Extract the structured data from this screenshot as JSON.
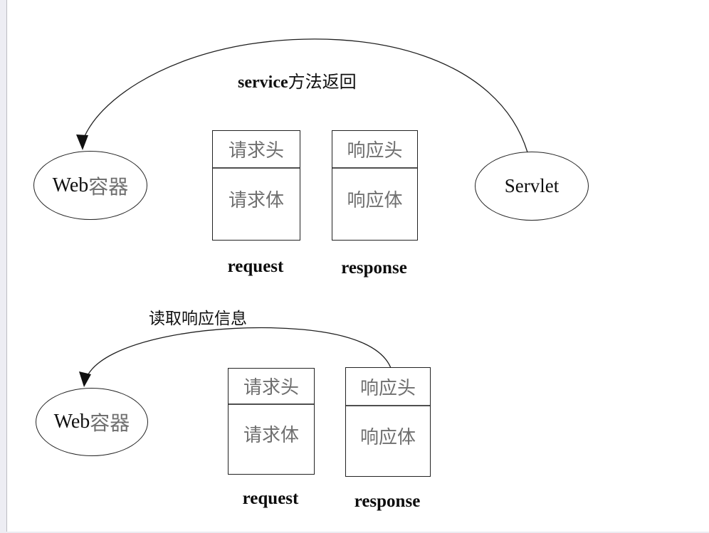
{
  "top": {
    "arc_label": {
      "latin": "service",
      "cjk": "方法返回"
    },
    "web_container": {
      "latin": "Web",
      "cjk": "容器"
    },
    "servlet_label": "Servlet",
    "request_box": {
      "header": "请求头",
      "body": "请求体",
      "caption": "request"
    },
    "response_box": {
      "header": "响应头",
      "body": "响应体",
      "caption": "response"
    }
  },
  "bottom": {
    "arc_label": "读取响应信息",
    "web_container": {
      "latin": "Web",
      "cjk": "容器"
    },
    "request_box": {
      "header": "请求头",
      "body": "请求体",
      "caption": "request"
    },
    "response_box": {
      "header": "响应头",
      "body": "响应体",
      "caption": "response"
    }
  },
  "colors": {
    "line": "#1f1f1f",
    "text": "#0f0f0f",
    "muted_text": "#6f6f6f",
    "box_divider": "#4f4f4f",
    "edge_strip": "#ededf3",
    "edge_strip_border": "#bcbcc2",
    "background": "#ffffff"
  }
}
